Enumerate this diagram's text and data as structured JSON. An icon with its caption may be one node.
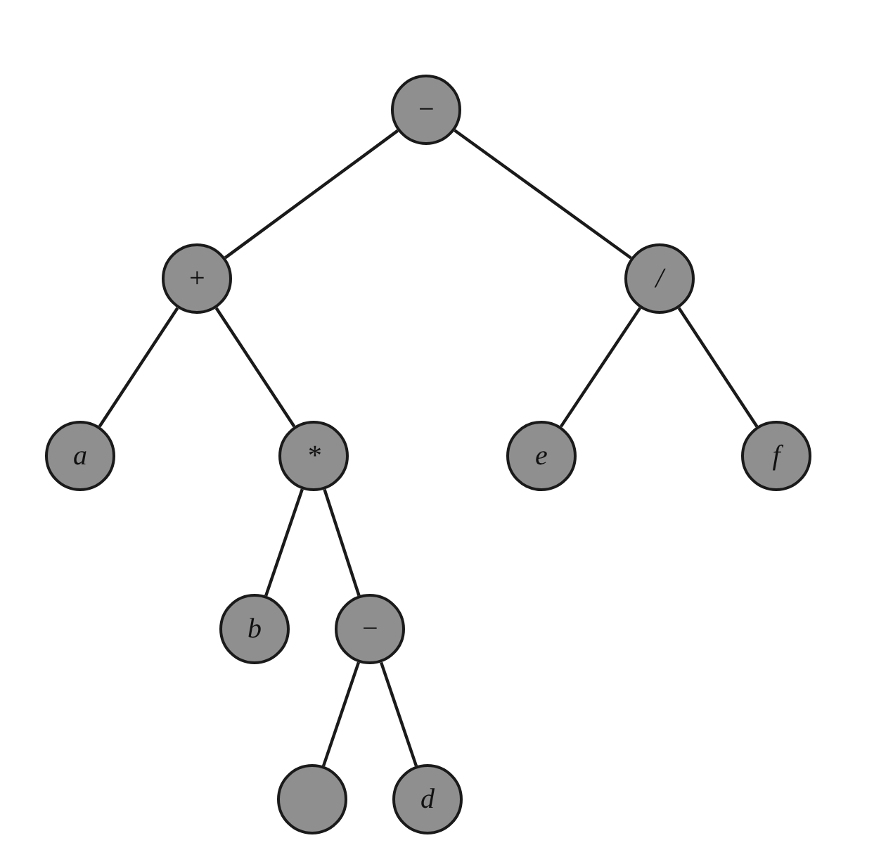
{
  "diagram": {
    "nodes": [
      {
        "text": [
          "−"
        ]
      },
      {
        "text": [
          "+"
        ]
      },
      {
        "text": [
          "/"
        ]
      },
      {
        "text": [
          "a"
        ]
      },
      {
        "text": [
          "*"
        ]
      },
      {
        "text": [
          "e"
        ]
      },
      {
        "text": [
          "f"
        ]
      },
      {
        "text": [
          "b"
        ]
      },
      {
        "text": [
          "−"
        ]
      },
      {
        "text": [],
        "shape": "circle"
      },
      {
        "text": [
          "d"
        ]
      }
    ],
    "edges": [
      {
        "from": 0,
        "to": 1,
        "arrow": "none"
      },
      {
        "from": 0,
        "to": 2,
        "arrow": "none"
      },
      {
        "from": 1,
        "to": 3,
        "arrow": "none"
      },
      {
        "from": 1,
        "to": 4,
        "arrow": "none"
      },
      {
        "from": 2,
        "to": 5,
        "arrow": "none"
      },
      {
        "from": 2,
        "to": 6,
        "arrow": "none"
      },
      {
        "from": 4,
        "to": 7,
        "arrow": "none"
      },
      {
        "from": 4,
        "to": 8,
        "arrow": "none"
      },
      {
        "from": 8,
        "to": 9,
        "arrow": "none"
      },
      {
        "from": 8,
        "to": 10,
        "arrow": "none"
      }
    ]
  }
}
